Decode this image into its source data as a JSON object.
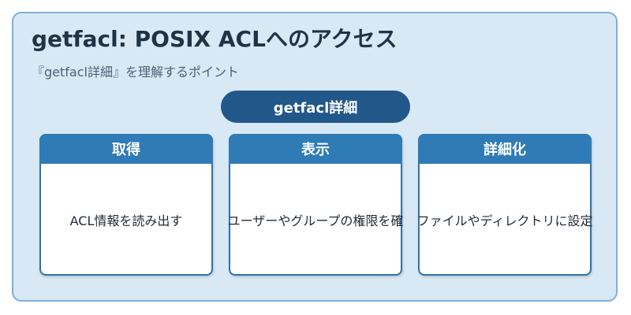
{
  "title": "getfacl: POSIX ACLへのアクセス",
  "subtitle": "『getfacl詳細』を理解するポイント",
  "center": {
    "label": "getfacl詳細"
  },
  "cards": [
    {
      "header": "取得",
      "body": "ACL情報を読み出す"
    },
    {
      "header": "表示",
      "body": "ユーザーやグループの権限を確"
    },
    {
      "header": "詳細化",
      "body": "ファイルやディレクトリに設定"
    }
  ],
  "colors": {
    "frame_bg": "#d9e8f5",
    "frame_border": "#7fb0d8",
    "pill": "#22578a",
    "card_header": "#2f7bb6",
    "card_border": "#2f73a8"
  }
}
